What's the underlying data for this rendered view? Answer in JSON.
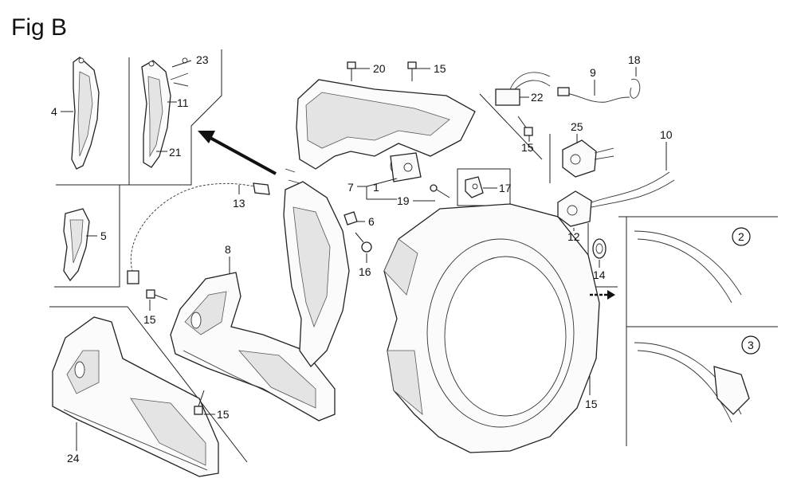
{
  "figure": {
    "title": "Fig B",
    "callouts": [
      {
        "id": "c4",
        "text": "4"
      },
      {
        "id": "c23",
        "text": "23"
      },
      {
        "id": "c11",
        "text": "11"
      },
      {
        "id": "c21",
        "text": "21"
      },
      {
        "id": "c5",
        "text": "5"
      },
      {
        "id": "c13",
        "text": "13"
      },
      {
        "id": "c8",
        "text": "8"
      },
      {
        "id": "c15a",
        "text": "15"
      },
      {
        "id": "c15b",
        "text": "15"
      },
      {
        "id": "c24",
        "text": "24"
      },
      {
        "id": "c20",
        "text": "20"
      },
      {
        "id": "c15c",
        "text": "15"
      },
      {
        "id": "c7",
        "text": "7"
      },
      {
        "id": "c1",
        "text": "1"
      },
      {
        "id": "c19",
        "text": "19"
      },
      {
        "id": "c17",
        "text": "17"
      },
      {
        "id": "c6",
        "text": "6"
      },
      {
        "id": "c16",
        "text": "16"
      },
      {
        "id": "c22",
        "text": "22"
      },
      {
        "id": "c15d",
        "text": "15"
      },
      {
        "id": "c9",
        "text": "9"
      },
      {
        "id": "c18",
        "text": "18"
      },
      {
        "id": "c25",
        "text": "25"
      },
      {
        "id": "c10",
        "text": "10"
      },
      {
        "id": "c12",
        "text": "12"
      },
      {
        "id": "c14",
        "text": "14"
      },
      {
        "id": "c15e",
        "text": "15"
      },
      {
        "id": "v2",
        "text": "2"
      },
      {
        "id": "v3",
        "text": "3"
      }
    ]
  }
}
